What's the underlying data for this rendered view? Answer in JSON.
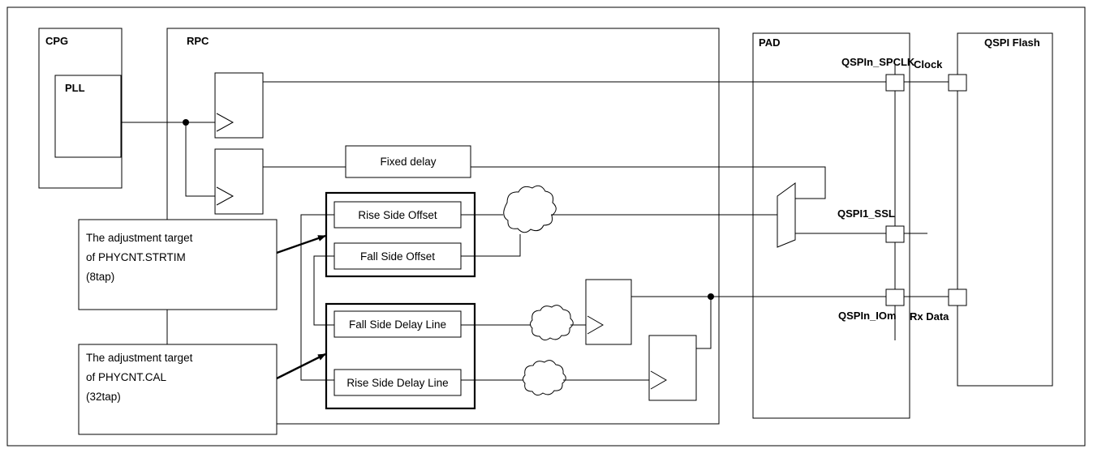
{
  "labels": {
    "cpg": "CPG",
    "pll": "PLL",
    "rpc": "RPC",
    "pad": "PAD",
    "qspi_flash": "QSPI Flash",
    "qspin_spclk": "QSPIn_SPCLK",
    "clock": "Clock",
    "qspi1_ssl": "QSPI1_SSL",
    "qspin_iom": "QSPIn_IOm",
    "rx_data": "Rx Data",
    "fixed_delay": "Fixed delay",
    "rise_side_offset": "Rise Side Offset",
    "fall_side_offset": "Fall Side Offset",
    "fall_side_delay_line": "Fall Side Delay Line",
    "rise_side_delay_line": "Rise Side Delay Line"
  },
  "notes": {
    "strtim": {
      "line1": "The adjustment target",
      "line2": "of PHYCNT.STRTIM",
      "line3": "(8tap)"
    },
    "cal": {
      "line1": "The adjustment target",
      "line2": "of PHYCNT.CAL",
      "line3": "(32tap)"
    }
  }
}
